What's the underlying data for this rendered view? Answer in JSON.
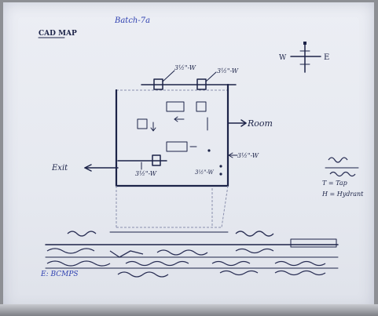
{
  "sheet": {
    "heading": "CAD MAP",
    "batch_label": "Batch-7a",
    "compass": {
      "west": "W",
      "east": "E"
    },
    "pipe_labels": {
      "top_left": "3½\"-W",
      "top_right": "3½\"-W",
      "bottom_left": "3½\"-W",
      "bottom_right": "3½\"-W"
    },
    "arrows": {
      "right_room": "Room",
      "right_pipe": "3½\"-W",
      "left_exit": "Exit"
    },
    "legend": {
      "line1": "T = Tap",
      "line2": "H = Hydrant"
    },
    "notes_signature": "E: BCMPS"
  }
}
